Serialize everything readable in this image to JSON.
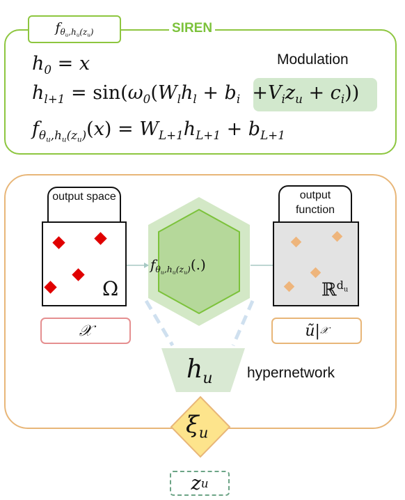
{
  "siren": {
    "tag": "f_θu,hu(zu)",
    "label": "SIREN",
    "modulation_label": "Modulation",
    "equations": [
      "h_0 = x",
      "h_{l+1} = sin(ω_0(W_l h_l + b_i + V_i z_u + c_i))",
      "f_θu,hu(zu)(x) = W_{L+1} h_{L+1} + b_{L+1}"
    ]
  },
  "hypernetwork_panel": {
    "output_space_label": "output space",
    "output_function_label": "output function",
    "omega_symbol": "Ω",
    "codomain_symbol": "ℝ^du",
    "input_caption": "𝒳",
    "output_caption": "ũ|𝒳",
    "network_label": "f_θu,hu(zu)(.)",
    "hypernetwork_symbol": "h_u",
    "hypernetwork_label": "hypernetwork",
    "latent_symbol": "ξ_u"
  },
  "latent_code": "z_u",
  "colors": {
    "green_border": "#8dc63f",
    "siren_text": "#7cc23b",
    "highlight": "#d2e8cd",
    "hex_fill": "#b5d89a",
    "hex_halo": "#d3e8c6",
    "orange_border": "#e8b678",
    "pink_border": "#e58f90",
    "red_point": "#e00000",
    "orange_point": "#eeb57c",
    "diamond_fill": "#fde48c",
    "trapezoid_fill": "#d9e9d3",
    "dashed_green": "#6ca486"
  }
}
